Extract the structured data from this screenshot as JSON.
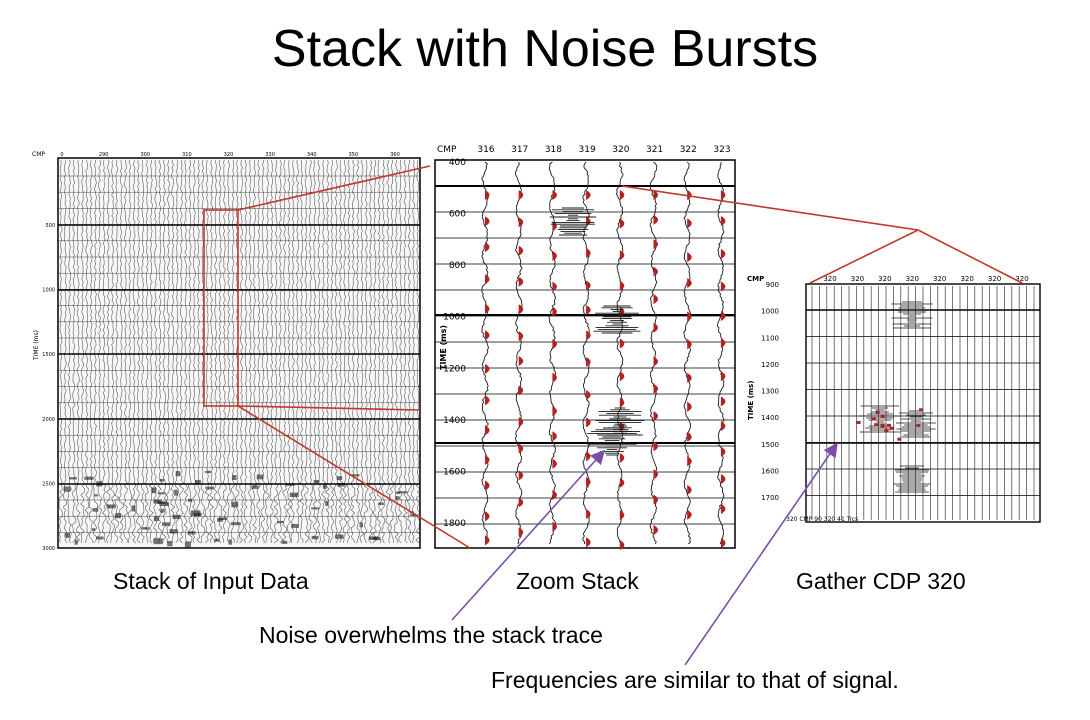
{
  "title": "Stack with Noise Bursts",
  "panels": {
    "input": {
      "caption": "Stack of Input Data",
      "axis_header": "CMP",
      "time_label": "TIME (ms)",
      "cmp_ticks": [
        "0",
        "290",
        "300",
        "310",
        "320",
        "330",
        "340",
        "350",
        "360"
      ],
      "time_ticks": [
        "500",
        "1000",
        "1500",
        "2000",
        "2500",
        "3000"
      ]
    },
    "zoom": {
      "caption": "Zoom Stack",
      "axis_header": "CMP",
      "time_label": "TIME (ms)",
      "cmp_ticks": [
        "316",
        "317",
        "318",
        "319",
        "320",
        "321",
        "322",
        "323"
      ],
      "time_ticks": [
        "400",
        "600",
        "800",
        "1000",
        "1200",
        "1400",
        "1600",
        "1800"
      ]
    },
    "gather": {
      "caption": "Gather CDP 320",
      "axis_header": "CMP",
      "time_label": "TIME (ms)",
      "cmp_ticks": [
        "320",
        "320",
        "320",
        "320",
        "320",
        "320",
        "320",
        "320"
      ],
      "time_ticks": [
        "900",
        "1000",
        "1100",
        "1200",
        "1300",
        "1400",
        "1500",
        "1600",
        "1700"
      ],
      "footer_text": "320 CMP 90 320 41 Trcs"
    }
  },
  "annotations": {
    "noise_note": "Noise overwhelms the stack trace",
    "frequency_note": "Frequencies are similar to that of signal."
  },
  "colors": {
    "callout_lines": "#c0392b",
    "arrows": "#7b4fa8",
    "trace_fill": "#b22222",
    "trace_ink": "#1a1a1a"
  }
}
